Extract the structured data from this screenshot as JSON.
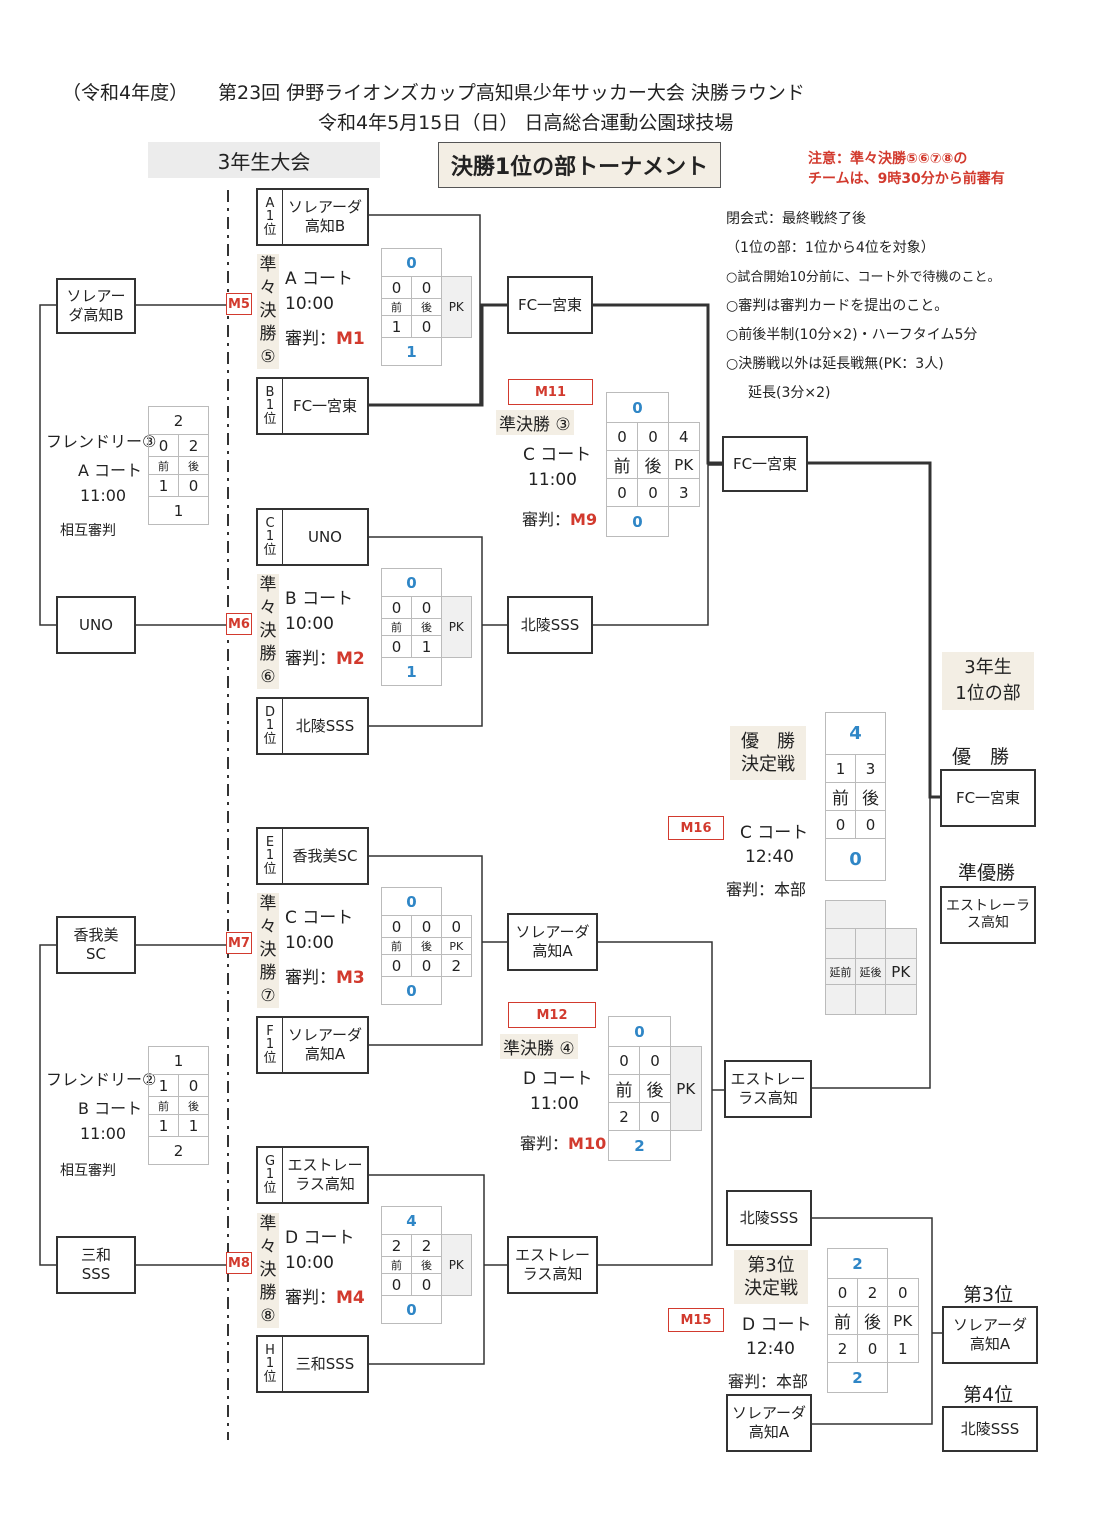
{
  "header": {
    "line1_year": "（令和4年度）",
    "line1_title": "第23回 伊野ライオンズカップ高知県少年サッカー大会 決勝ラウンド",
    "line2": "令和4年5月15日（日） 日高総合運動公園球技場"
  },
  "division_label": "3年生大会",
  "bracket_title": "決勝1位の部トーナメント",
  "notice": {
    "line1": "注意：準々決勝⑤⑥⑦⑧の",
    "line2": "チームは、9時30分から前審有"
  },
  "info": [
    "閉会式：最終戦終了後",
    "（1位の部：1位から4位を対象）",
    "○試合開始10分前に、コート外で待機のこと。",
    "○審判は審判カードを提出のこと。",
    "○前後半制(10分×2)・ハーフタイム5分",
    "○決勝戦以外は延長戦無(PK：3人)",
    "延長(3分×2)"
  ],
  "left_teams": [
    "ソレアー\nダ高知B",
    "UNO",
    "香我美\nSC",
    "三和\nSSS"
  ],
  "friendlies": [
    {
      "title": "フレンドリー③",
      "court": "A コート",
      "time": "11:00",
      "ref": "相互審判",
      "top_total": "2",
      "top": [
        "0",
        "2"
      ],
      "half": [
        "前",
        "後"
      ],
      "bot": [
        "1",
        "0"
      ],
      "bot_total": "1"
    },
    {
      "title": "フレンドリー②",
      "court": "B コート",
      "time": "11:00",
      "ref": "相互審判",
      "top_total": "1",
      "top": [
        "1",
        "0"
      ],
      "half": [
        "前",
        "後"
      ],
      "bot": [
        "1",
        "1"
      ],
      "bot_total": "2"
    }
  ],
  "seeds": [
    {
      "label": "A\n1\n位",
      "name": "ソレアーダ\n高知B"
    },
    {
      "label": "B\n1\n位",
      "name": "FC一宮東"
    },
    {
      "label": "C\n1\n位",
      "name": "UNO"
    },
    {
      "label": "D\n1\n位",
      "name": "北陵SSS"
    },
    {
      "label": "E\n1\n位",
      "name": "香我美SC"
    },
    {
      "label": "F\n1\n位",
      "name": "ソレアーダ\n高知A"
    },
    {
      "label": "G\n1\n位",
      "name": "エストレー\nラス高知"
    },
    {
      "label": "H\n1\n位",
      "name": "三和SSS"
    }
  ],
  "quarterfinals": [
    {
      "tag": "M5",
      "stage": "準\n々\n決\n勝\n⑤",
      "court": "A コート",
      "time": "10:00",
      "ref_label": "審判：",
      "ref": "M1",
      "top_total": "0",
      "top": [
        "0",
        "0",
        ""
      ],
      "half": [
        "前",
        "後",
        "PK"
      ],
      "bot": [
        "1",
        "0",
        ""
      ],
      "bot_total": "1"
    },
    {
      "tag": "M6",
      "stage": "準\n々\n決\n勝\n⑥",
      "court": "B コート",
      "time": "10:00",
      "ref_label": "審判：",
      "ref": "M2",
      "top_total": "0",
      "top": [
        "0",
        "0",
        ""
      ],
      "half": [
        "前",
        "後",
        "PK"
      ],
      "bot": [
        "0",
        "1",
        ""
      ],
      "bot_total": "1"
    },
    {
      "tag": "M7",
      "stage": "準\n々\n決\n勝\n⑦",
      "court": "C コート",
      "time": "10:00",
      "ref_label": "審判：",
      "ref": "M3",
      "top_total": "0",
      "top": [
        "0",
        "0",
        "0"
      ],
      "half": [
        "前",
        "後",
        "PK"
      ],
      "bot": [
        "0",
        "0",
        "2"
      ],
      "bot_total": "0"
    },
    {
      "tag": "M8",
      "stage": "準\n々\n決\n勝\n⑧",
      "court": "D コート",
      "time": "10:00",
      "ref_label": "審判：",
      "ref": "M4",
      "top_total": "4",
      "top": [
        "2",
        "2",
        ""
      ],
      "half": [
        "前",
        "後",
        "PK"
      ],
      "bot": [
        "0",
        "0",
        ""
      ],
      "bot_total": "0"
    }
  ],
  "qf_winners": [
    "FC一宮東",
    "北陵SSS",
    "ソレアーダ\n高知A",
    "エストレー\nラス高知"
  ],
  "semifinals": [
    {
      "tag": "M11",
      "stage": "準決勝 ③",
      "court": "C コート",
      "time": "11:00",
      "ref_label": "審判：",
      "ref": "M9",
      "top_total": "0",
      "top": [
        "0",
        "0",
        "4"
      ],
      "half": [
        "前",
        "後",
        "PK"
      ],
      "bot": [
        "0",
        "0",
        "3"
      ],
      "bot_total": "0"
    },
    {
      "tag": "M12",
      "stage": "準決勝 ④",
      "court": "D コート",
      "time": "11:00",
      "ref_label": "審判：",
      "ref": "M10",
      "top_total": "0",
      "top": [
        "0",
        "0",
        ""
      ],
      "half": [
        "前",
        "後",
        "PK"
      ],
      "bot": [
        "2",
        "0",
        ""
      ],
      "bot_total": "2"
    }
  ],
  "sf_winners": [
    "FC一宮東",
    "エストレー\nラス高知"
  ],
  "final": {
    "tag": "M16",
    "stage": "優　勝\n決定戦",
    "court": "C コート",
    "time": "12:40",
    "ref": "審判：本部",
    "top_total": "4",
    "top": [
      "1",
      "3"
    ],
    "half": [
      "前",
      "後"
    ],
    "bot": [
      "0",
      "0"
    ],
    "bot_total": "0"
  },
  "blank_grid": {
    "half": [
      "延前",
      "延後",
      "PK"
    ]
  },
  "third": {
    "tag": "M15",
    "stage": "第3位\n決定戦",
    "court": "D コート",
    "time": "12:40",
    "ref": "審判：本部",
    "team_top": "北陵SSS",
    "team_bot": "ソレアーダ\n高知A",
    "top_total": "2",
    "top": [
      "0",
      "2",
      "0"
    ],
    "half": [
      "前",
      "後",
      "PK"
    ],
    "bot": [
      "2",
      "0",
      "1"
    ],
    "bot_total": "2"
  },
  "results": {
    "division": "3年生\n1位の部",
    "champion_label": "優　勝",
    "champion": "FC一宮東",
    "runner_label": "準優勝",
    "runner": "エストレーラ\nス高知",
    "third_label": "第3位",
    "third": "ソレアーダ\n高知A",
    "fourth_label": "第4位",
    "fourth": "北陵SSS"
  },
  "colors": {
    "accent_red": "#d23a2e",
    "score_blue": "#2f86c6",
    "panel_gray": "#ececec",
    "panel_beige": "#f3eee4"
  }
}
